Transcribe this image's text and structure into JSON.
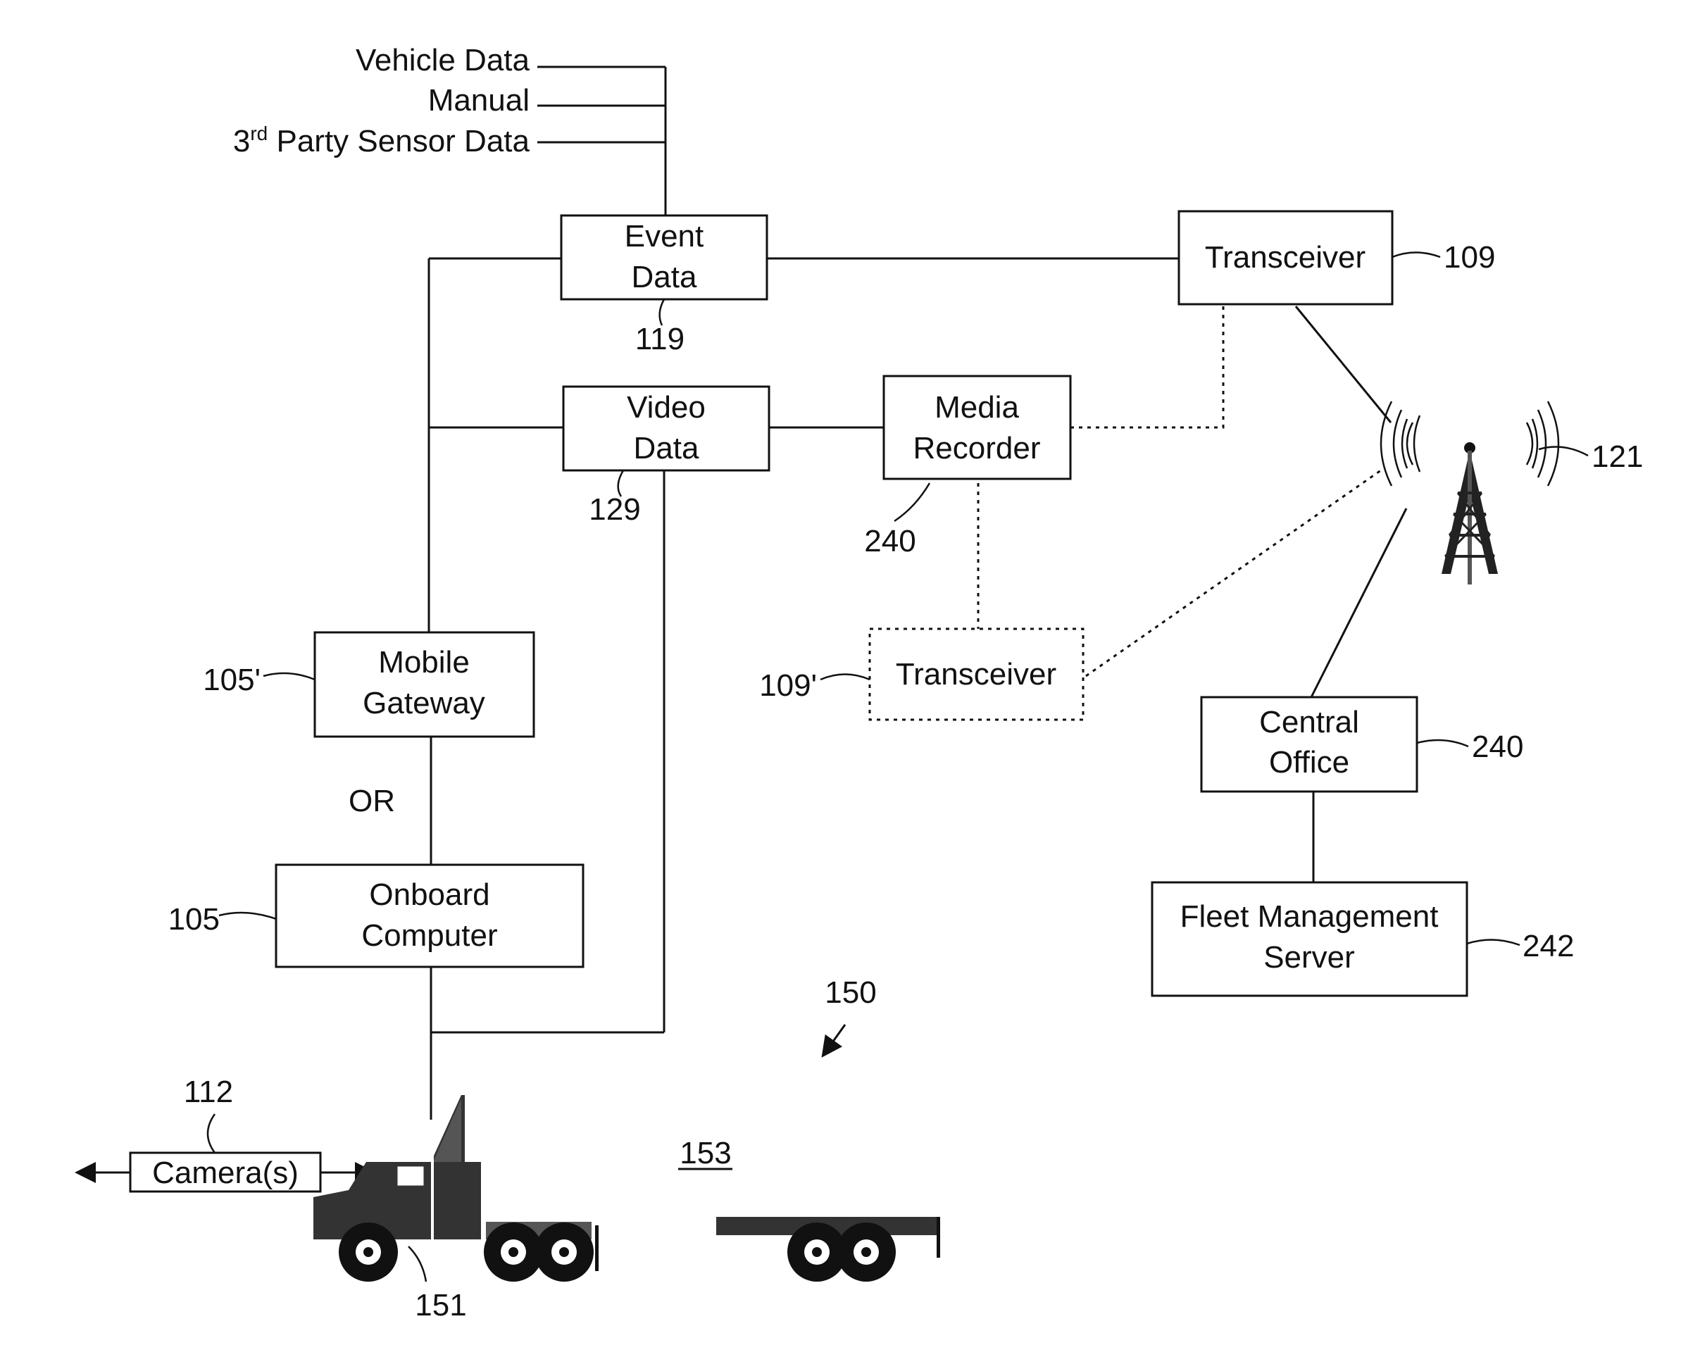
{
  "inputs": {
    "vehicle_data": "Vehicle Data",
    "manual": "Manual",
    "third_party_prefix": "3",
    "third_party_sup": "rd",
    "third_party_rest": " Party Sensor Data"
  },
  "boxes": {
    "event_data": [
      "Event",
      "Data"
    ],
    "video_data": [
      "Video",
      "Data"
    ],
    "media_recorder": [
      "Media",
      "Recorder"
    ],
    "transceiver": "Transceiver",
    "transceiver_prime": "Transceiver",
    "mobile_gateway": [
      "Mobile",
      "Gateway"
    ],
    "onboard_computer": [
      "Onboard",
      "Computer"
    ],
    "central_office": [
      "Central",
      "Office"
    ],
    "fleet_server": [
      "Fleet Management",
      "Server"
    ],
    "cameras": "Camera(s)"
  },
  "connector_text": "OR",
  "refs": {
    "event_data": "119",
    "video_data": "129",
    "media_recorder": "240",
    "transceiver": "109",
    "transceiver_prime": "109'",
    "tower": "121",
    "mobile_gateway": "105'",
    "onboard_computer": "105",
    "central_office": "240",
    "fleet_server": "242",
    "cameras": "112",
    "truck": "151",
    "system": "150",
    "trailer": "153"
  },
  "icons": {
    "tower": "cell-tower-icon",
    "truck": "truck-tractor-icon",
    "trailer": "flatbed-trailer-icon"
  }
}
